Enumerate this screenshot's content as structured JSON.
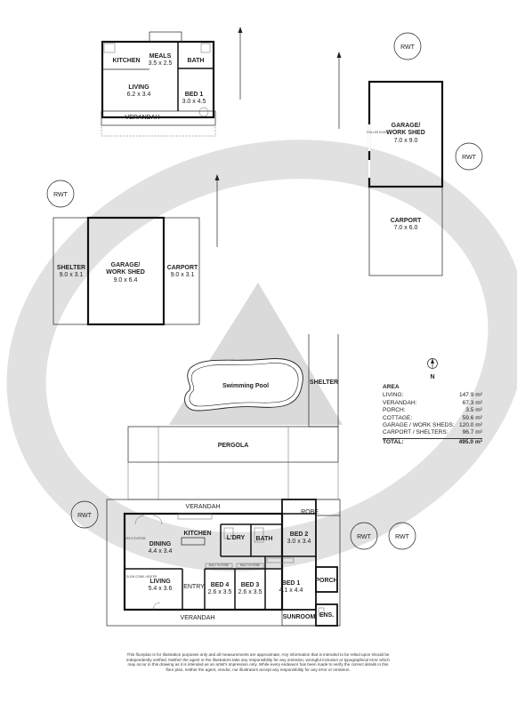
{
  "rooms": {
    "cottage_meals": {
      "name": "MEALS",
      "dims": "3.5 x 2.5"
    },
    "cottage_kitchen": {
      "name": "KITCHEN"
    },
    "cottage_bath": {
      "name": "BATH"
    },
    "cottage_living": {
      "name": "LIVING",
      "dims": "6.2 x 3.4"
    },
    "cottage_bed1": {
      "name": "BED 1",
      "dims": "3.0 x 4.5"
    },
    "cottage_verandah": {
      "name": "VERANDAH"
    },
    "right_garage": {
      "name": "GARAGE/\nWORK SHED",
      "line1": "GARAGE/",
      "line2": "WORK SHED",
      "dims": "7.0 x 9.0"
    },
    "right_carport": {
      "name": "CARPORT",
      "dims": "7.0 x 6.0"
    },
    "left_shelter": {
      "name": "SHELTER",
      "dims": "9.0 x 3.1"
    },
    "left_garage": {
      "line1": "GARAGE/",
      "line2": "WORK SHED",
      "dims": "9.0 x 6.4"
    },
    "left_carport": {
      "name": "CARPORT",
      "dims": "9.0 x 3.1"
    },
    "pool": {
      "name": "Swimming Pool"
    },
    "shelter": {
      "name": "SHELTER"
    },
    "pergola": {
      "name": "PERGOLA"
    },
    "verandah_top": {
      "name": "VERANDAH"
    },
    "verandah_bottom": {
      "name": "VERANDAH"
    },
    "robe": {
      "name": "ROBE"
    },
    "kitchen": {
      "name": "KITCHEN"
    },
    "dining": {
      "name": "DINING",
      "dims": "4.4 x 3.4"
    },
    "ldry": {
      "name": "L'DRY"
    },
    "bath": {
      "name": "BATH"
    },
    "bed2": {
      "name": "BED 2",
      "dims": "3.0 x 3.4"
    },
    "living": {
      "name": "LIVING",
      "dims": "5.4 x 3.6"
    },
    "entry": {
      "name": "ENTRY"
    },
    "bed4": {
      "name": "BED 4",
      "dims": "2.6 x 3.5"
    },
    "bed3": {
      "name": "BED 3",
      "dims": "2.6 x 3.5"
    },
    "bed1": {
      "name": "BED 1",
      "dims": "4.1 x 4.4"
    },
    "porch": {
      "name": "PORCH"
    },
    "sunroom": {
      "name": "SUNROOM"
    },
    "ens": {
      "name": "ENS."
    }
  },
  "rwt_label": "RWT",
  "compass_label": "N",
  "small_labels": {
    "roller_door": "ROLLER DOOR",
    "built_in_robe": "BUILT IN ROBE",
    "slow_combustion": "SLOW COMB. HEATER",
    "split": "SPLIT SYSTEM"
  },
  "area": {
    "heading": "AREA",
    "rows": [
      {
        "label": "LIVING:",
        "value": "147.9 m²"
      },
      {
        "label": "VERANDAH:",
        "value": "67.3 m²"
      },
      {
        "label": "PORCH:",
        "value": "3.5 m²"
      },
      {
        "label": "COTTAGE:",
        "value": "59.6 m²"
      },
      {
        "label": "GARAGE / WORK SHEDS:",
        "value": "120.0 m²"
      },
      {
        "label": "CARPORT / SHELTERS:",
        "value": "96.7 m²"
      }
    ],
    "total": {
      "label": "TOTAL:",
      "value": "495.0 m²"
    }
  },
  "disclaimer": "This floorplan is for illustration purposes only and all measurements are approximate. Any information that is intended to be relied upon should be independently verified. Neither the agent or the illustrators take any responsibility for any omission, wrongful inclusion or typographical error which may occur in this drawing as it is intended as an artist's impression only. While every endeavor has been made to verify the correct details in this floor plan, neither the agent, vendor, nor illustrators accept any responsibility for any error or omission.",
  "colors": {
    "watermark": "#d9d9d9",
    "wall": "#111111",
    "line": "#222222"
  }
}
